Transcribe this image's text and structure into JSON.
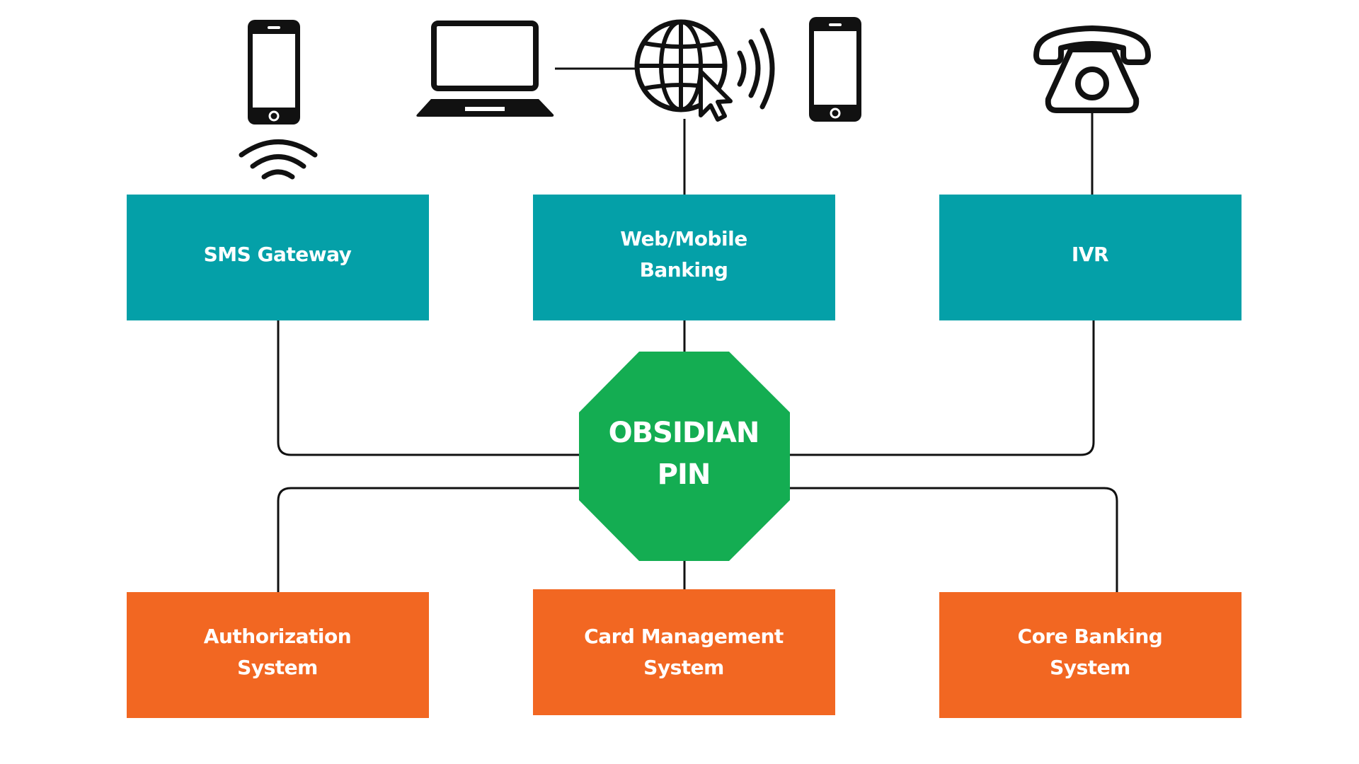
{
  "colors": {
    "channel_box": "#04A0A8",
    "backend_box": "#F26722",
    "hub": "#14AD52",
    "line": "#111111",
    "text": "#FFFFFF"
  },
  "hub": {
    "line1": "OBSIDIAN",
    "line2": "PIN"
  },
  "channels": [
    {
      "line1": "SMS Gateway",
      "line2": ""
    },
    {
      "line1": "Web/Mobile",
      "line2": "Banking"
    },
    {
      "line1": "IVR",
      "line2": ""
    }
  ],
  "backends": [
    {
      "line1": "Authorization",
      "line2": "System"
    },
    {
      "line1": "Card Management",
      "line2": "System"
    },
    {
      "line1": "Core Banking",
      "line2": "System"
    }
  ],
  "icons": [
    "smartphone-icon",
    "wifi-signal-icon",
    "laptop-icon",
    "globe-cursor-icon",
    "signal-waves-icon",
    "smartphone-icon",
    "telephone-icon"
  ]
}
